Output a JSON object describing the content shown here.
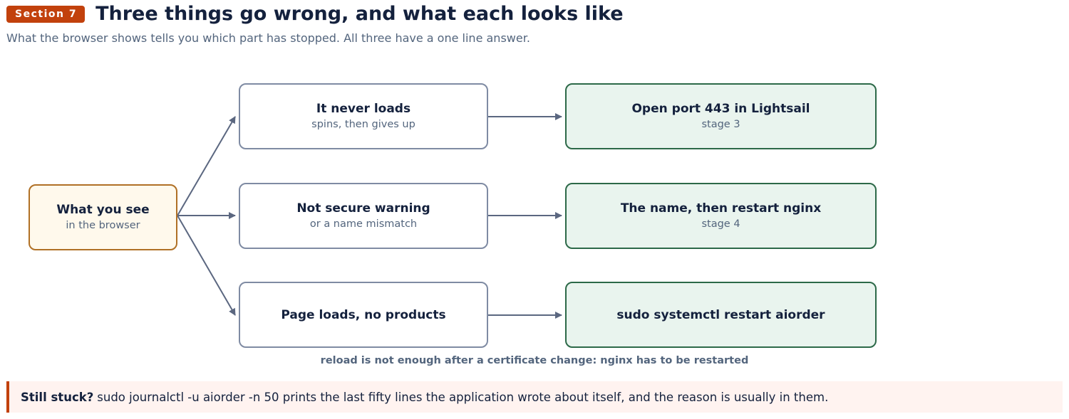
{
  "header": {
    "badge": "Section 7",
    "title": "Three things go wrong, and what each looks like",
    "subtitle": "What the browser shows tells you which part has stopped. All three have a one line answer."
  },
  "diagram": {
    "start": {
      "title": "What you see",
      "subtitle": "in the browser"
    },
    "rows": [
      {
        "symptom": "It never loads",
        "symptom_detail": "spins, then gives up",
        "fix": "Open port 443 in Lightsail",
        "fix_detail": "stage 3"
      },
      {
        "symptom": "Not secure warning",
        "symptom_detail": "or a name mismatch",
        "fix": "The name, then restart nginx",
        "fix_detail": "stage 4"
      },
      {
        "symptom": "Page loads, no products",
        "fix": "sudo systemctl restart aiorder"
      }
    ],
    "note": "reload is not enough after a certificate change: nginx has to be restarted"
  },
  "callout": {
    "lead": "Still stuck?",
    "text": "sudo journalctl -u aiorder -n 50 prints the last fifty lines the application wrote about itself, and the reason is usually in them."
  },
  "colors": {
    "accent": "#c2410c",
    "title": "#14213d",
    "muted": "#53657d",
    "start_border": "#b07025",
    "start_fill": "#fff9ec",
    "answer_border": "#2c6948",
    "answer_fill": "#e9f4ee",
    "node_border": "#7f8ba3",
    "arrow": "#5b6780",
    "callout_fill": "#fff3f0"
  }
}
